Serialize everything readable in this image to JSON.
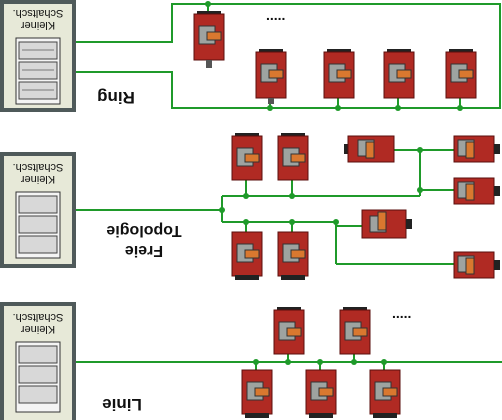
{
  "cabinet_label_line1": "Kleiner",
  "cabinet_label_line2": "Schaltsch.",
  "sections": [
    {
      "id": "ring",
      "label_line1": "Ring",
      "label_line2": ""
    },
    {
      "id": "freie",
      "label_line1": "Freie",
      "label_line2": "Topologie"
    },
    {
      "id": "linie",
      "label_line1": "Linie",
      "label_line2": ""
    }
  ],
  "ellipsis": "....."
}
